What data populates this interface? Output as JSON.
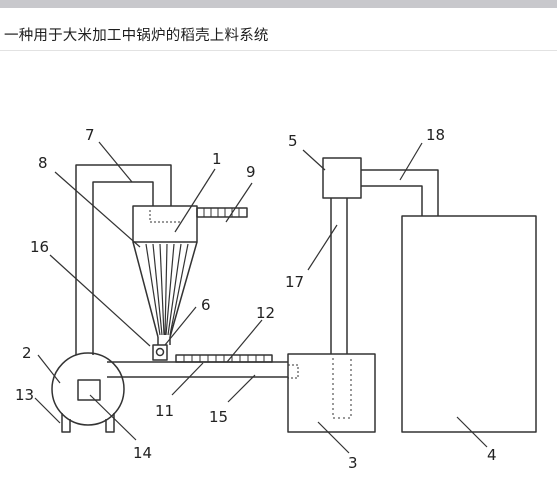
{
  "header": {
    "title": "一种用于大米加工中锅炉的稻壳上料系统"
  },
  "figure": {
    "labels": {
      "l1": "1",
      "l2": "2",
      "l3": "3",
      "l4": "4",
      "l5": "5",
      "l6": "6",
      "l7": "7",
      "l8": "8",
      "l9": "9",
      "l11": "11",
      "l12": "12",
      "l13": "13",
      "l14": "14",
      "l15": "15",
      "l16": "16",
      "l17": "17",
      "l18": "18"
    }
  },
  "colors": {
    "stroke": "#333333",
    "background": "#ffffff",
    "top_strip": "#c8c8cc"
  }
}
